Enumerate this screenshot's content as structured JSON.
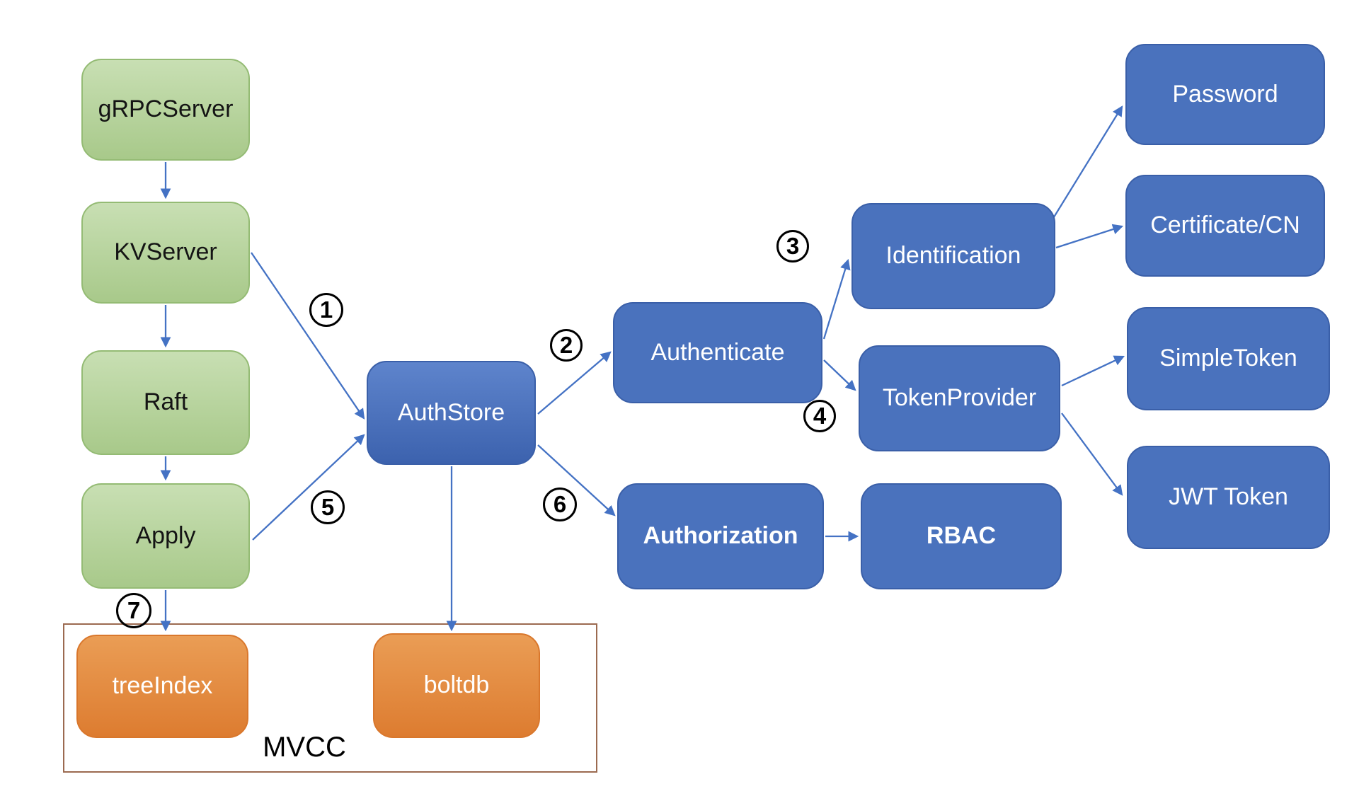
{
  "nodes": {
    "grpcserver": {
      "label": "gRPCServer"
    },
    "kvserver": {
      "label": "KVServer"
    },
    "raft": {
      "label": "Raft"
    },
    "apply": {
      "label": "Apply"
    },
    "authstore": {
      "label": "AuthStore"
    },
    "authenticate": {
      "label": "Authenticate"
    },
    "identification": {
      "label": "Identification"
    },
    "tokenprovider": {
      "label": "TokenProvider"
    },
    "password": {
      "label": "Password"
    },
    "certificate": {
      "label": "Certificate/CN"
    },
    "simpletoken": {
      "label": "SimpleToken"
    },
    "jwttoken": {
      "label": "JWT Token"
    },
    "authorization": {
      "label": "Authorization"
    },
    "rbac": {
      "label": "RBAC"
    },
    "treeindex": {
      "label": "treeIndex"
    },
    "boltdb": {
      "label": "boltdb"
    }
  },
  "container": {
    "label": "MVCC"
  },
  "steps": {
    "1": "1",
    "2": "2",
    "3": "3",
    "4": "4",
    "5": "5",
    "6": "6",
    "7": "7"
  },
  "edges": [
    {
      "from": "grpcserver",
      "to": "kvserver"
    },
    {
      "from": "kvserver",
      "to": "raft"
    },
    {
      "from": "raft",
      "to": "apply"
    },
    {
      "from": "kvserver",
      "to": "authstore",
      "step": "1"
    },
    {
      "from": "authstore",
      "to": "authenticate",
      "step": "2"
    },
    {
      "from": "authenticate",
      "to": "identification",
      "step": "3"
    },
    {
      "from": "authenticate",
      "to": "tokenprovider",
      "step": "4"
    },
    {
      "from": "apply",
      "to": "authstore",
      "step": "5"
    },
    {
      "from": "authstore",
      "to": "authorization",
      "step": "6"
    },
    {
      "from": "apply",
      "to": "treeindex",
      "step": "7"
    },
    {
      "from": "authstore",
      "to": "boltdb"
    },
    {
      "from": "identification",
      "to": "password"
    },
    {
      "from": "identification",
      "to": "certificate"
    },
    {
      "from": "tokenprovider",
      "to": "simpletoken"
    },
    {
      "from": "tokenprovider",
      "to": "jwttoken"
    },
    {
      "from": "authorization",
      "to": "rbac"
    }
  ],
  "colors": {
    "green_fill_top": "#c8dfb3",
    "green_fill_bottom": "#a8c98a",
    "green_border": "#94bb74",
    "blue_fill": "#4a72bd",
    "blue_border": "#3a5fa8",
    "authstore_gradient_top": "#5e84cc",
    "authstore_gradient_bottom": "#3c62ae",
    "orange_fill_top": "#ea9d55",
    "orange_fill_bottom": "#dd7c30",
    "mvcc_border": "#9b6a50",
    "arrow": "#4472c4",
    "step_circle": "#000000"
  }
}
